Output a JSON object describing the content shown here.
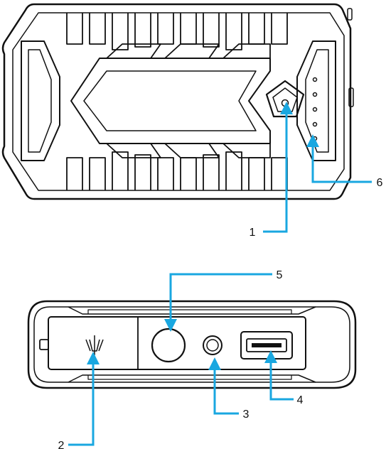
{
  "colors": {
    "outline": "#111111",
    "leader": "#19a7e0",
    "background": "#ffffff"
  },
  "callouts": [
    {
      "id": "1",
      "label": "1"
    },
    {
      "id": "2",
      "label": "2"
    },
    {
      "id": "3",
      "label": "3"
    },
    {
      "id": "4",
      "label": "4"
    },
    {
      "id": "5",
      "label": "5"
    },
    {
      "id": "6",
      "label": "6"
    }
  ],
  "icons": [
    "flashlight-icon",
    "power-button-icon",
    "usb-port-icon"
  ]
}
